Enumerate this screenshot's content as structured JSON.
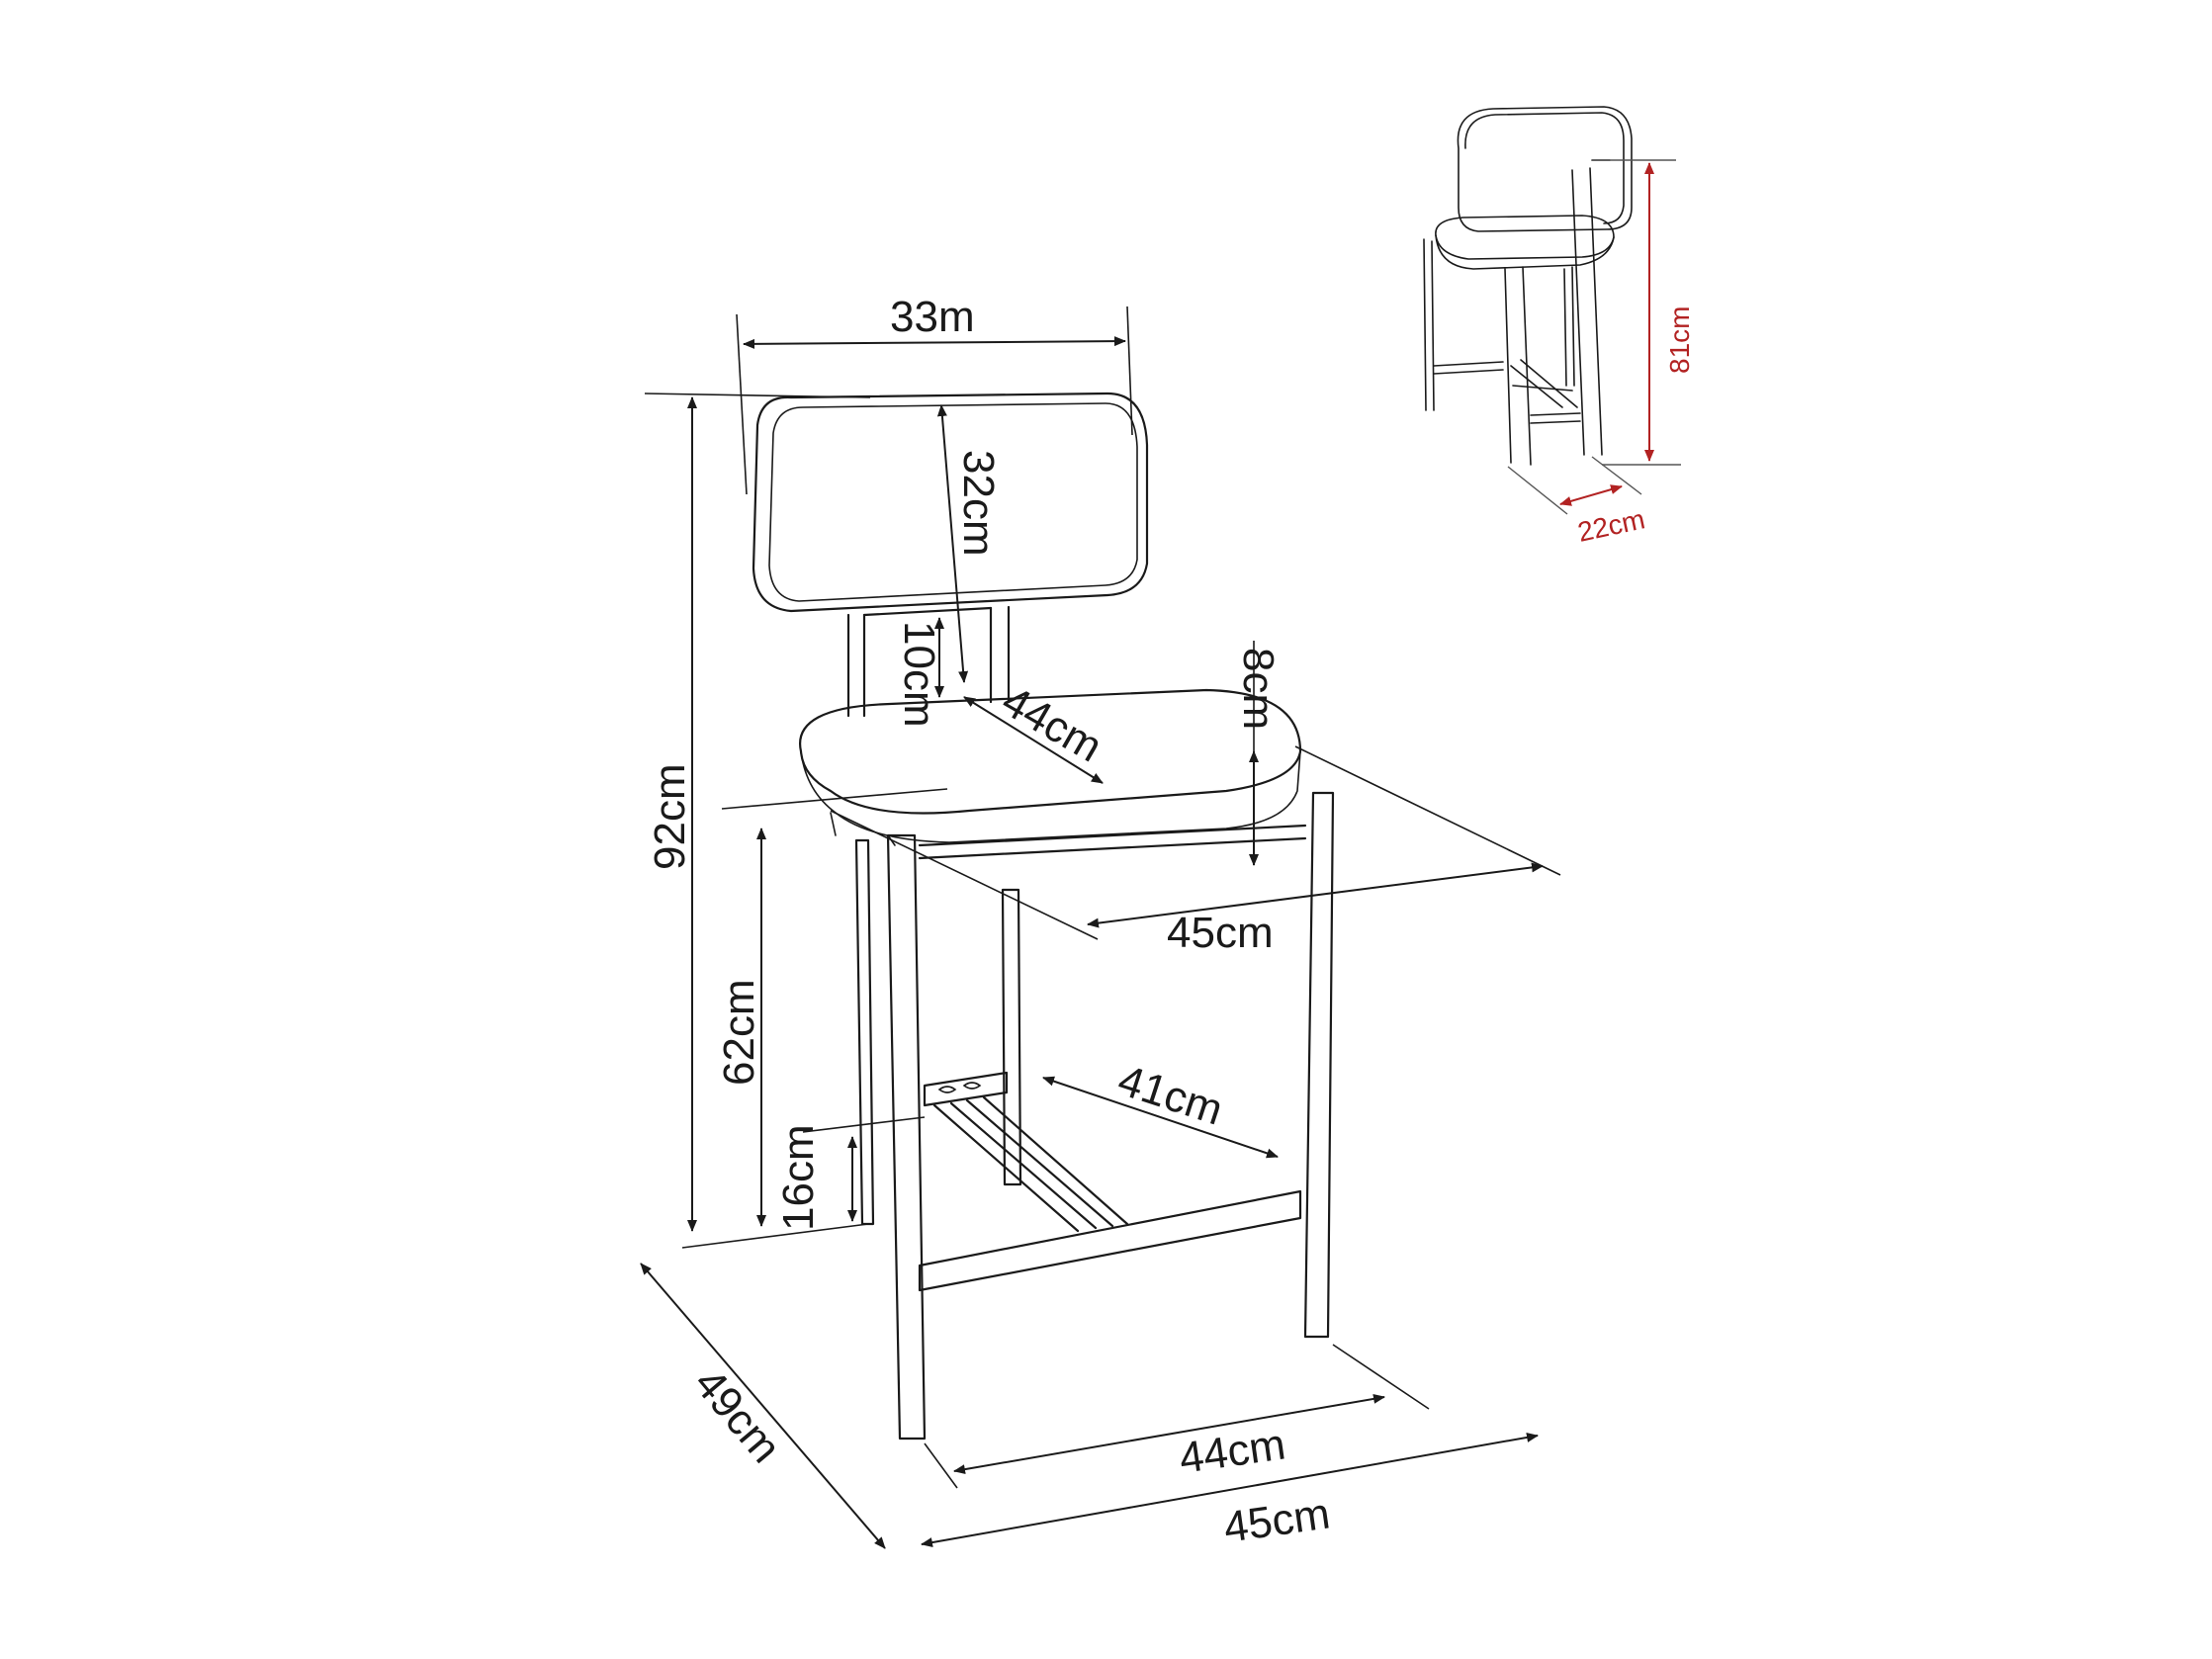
{
  "diagram": {
    "colors": {
      "line": "#1a1a1a",
      "accent": "#b22222",
      "background": "#ffffff"
    },
    "main_view": {
      "dimensions": {
        "backrest_width": "33m",
        "backrest_height": "32cm",
        "backrest_gap": "10cm",
        "seat_depth": "44cm",
        "seat_thickness": "8cm",
        "seat_width": "45cm",
        "total_height": "92cm",
        "seat_height": "62cm",
        "footrest_height": "16cm",
        "footrest_depth": "41cm",
        "base_depth": "49cm",
        "base_width_inner": "44cm",
        "base_width_outer": "45cm"
      }
    },
    "inset_view": {
      "dimensions": {
        "height": "81cm",
        "depth": "22cm"
      }
    }
  }
}
